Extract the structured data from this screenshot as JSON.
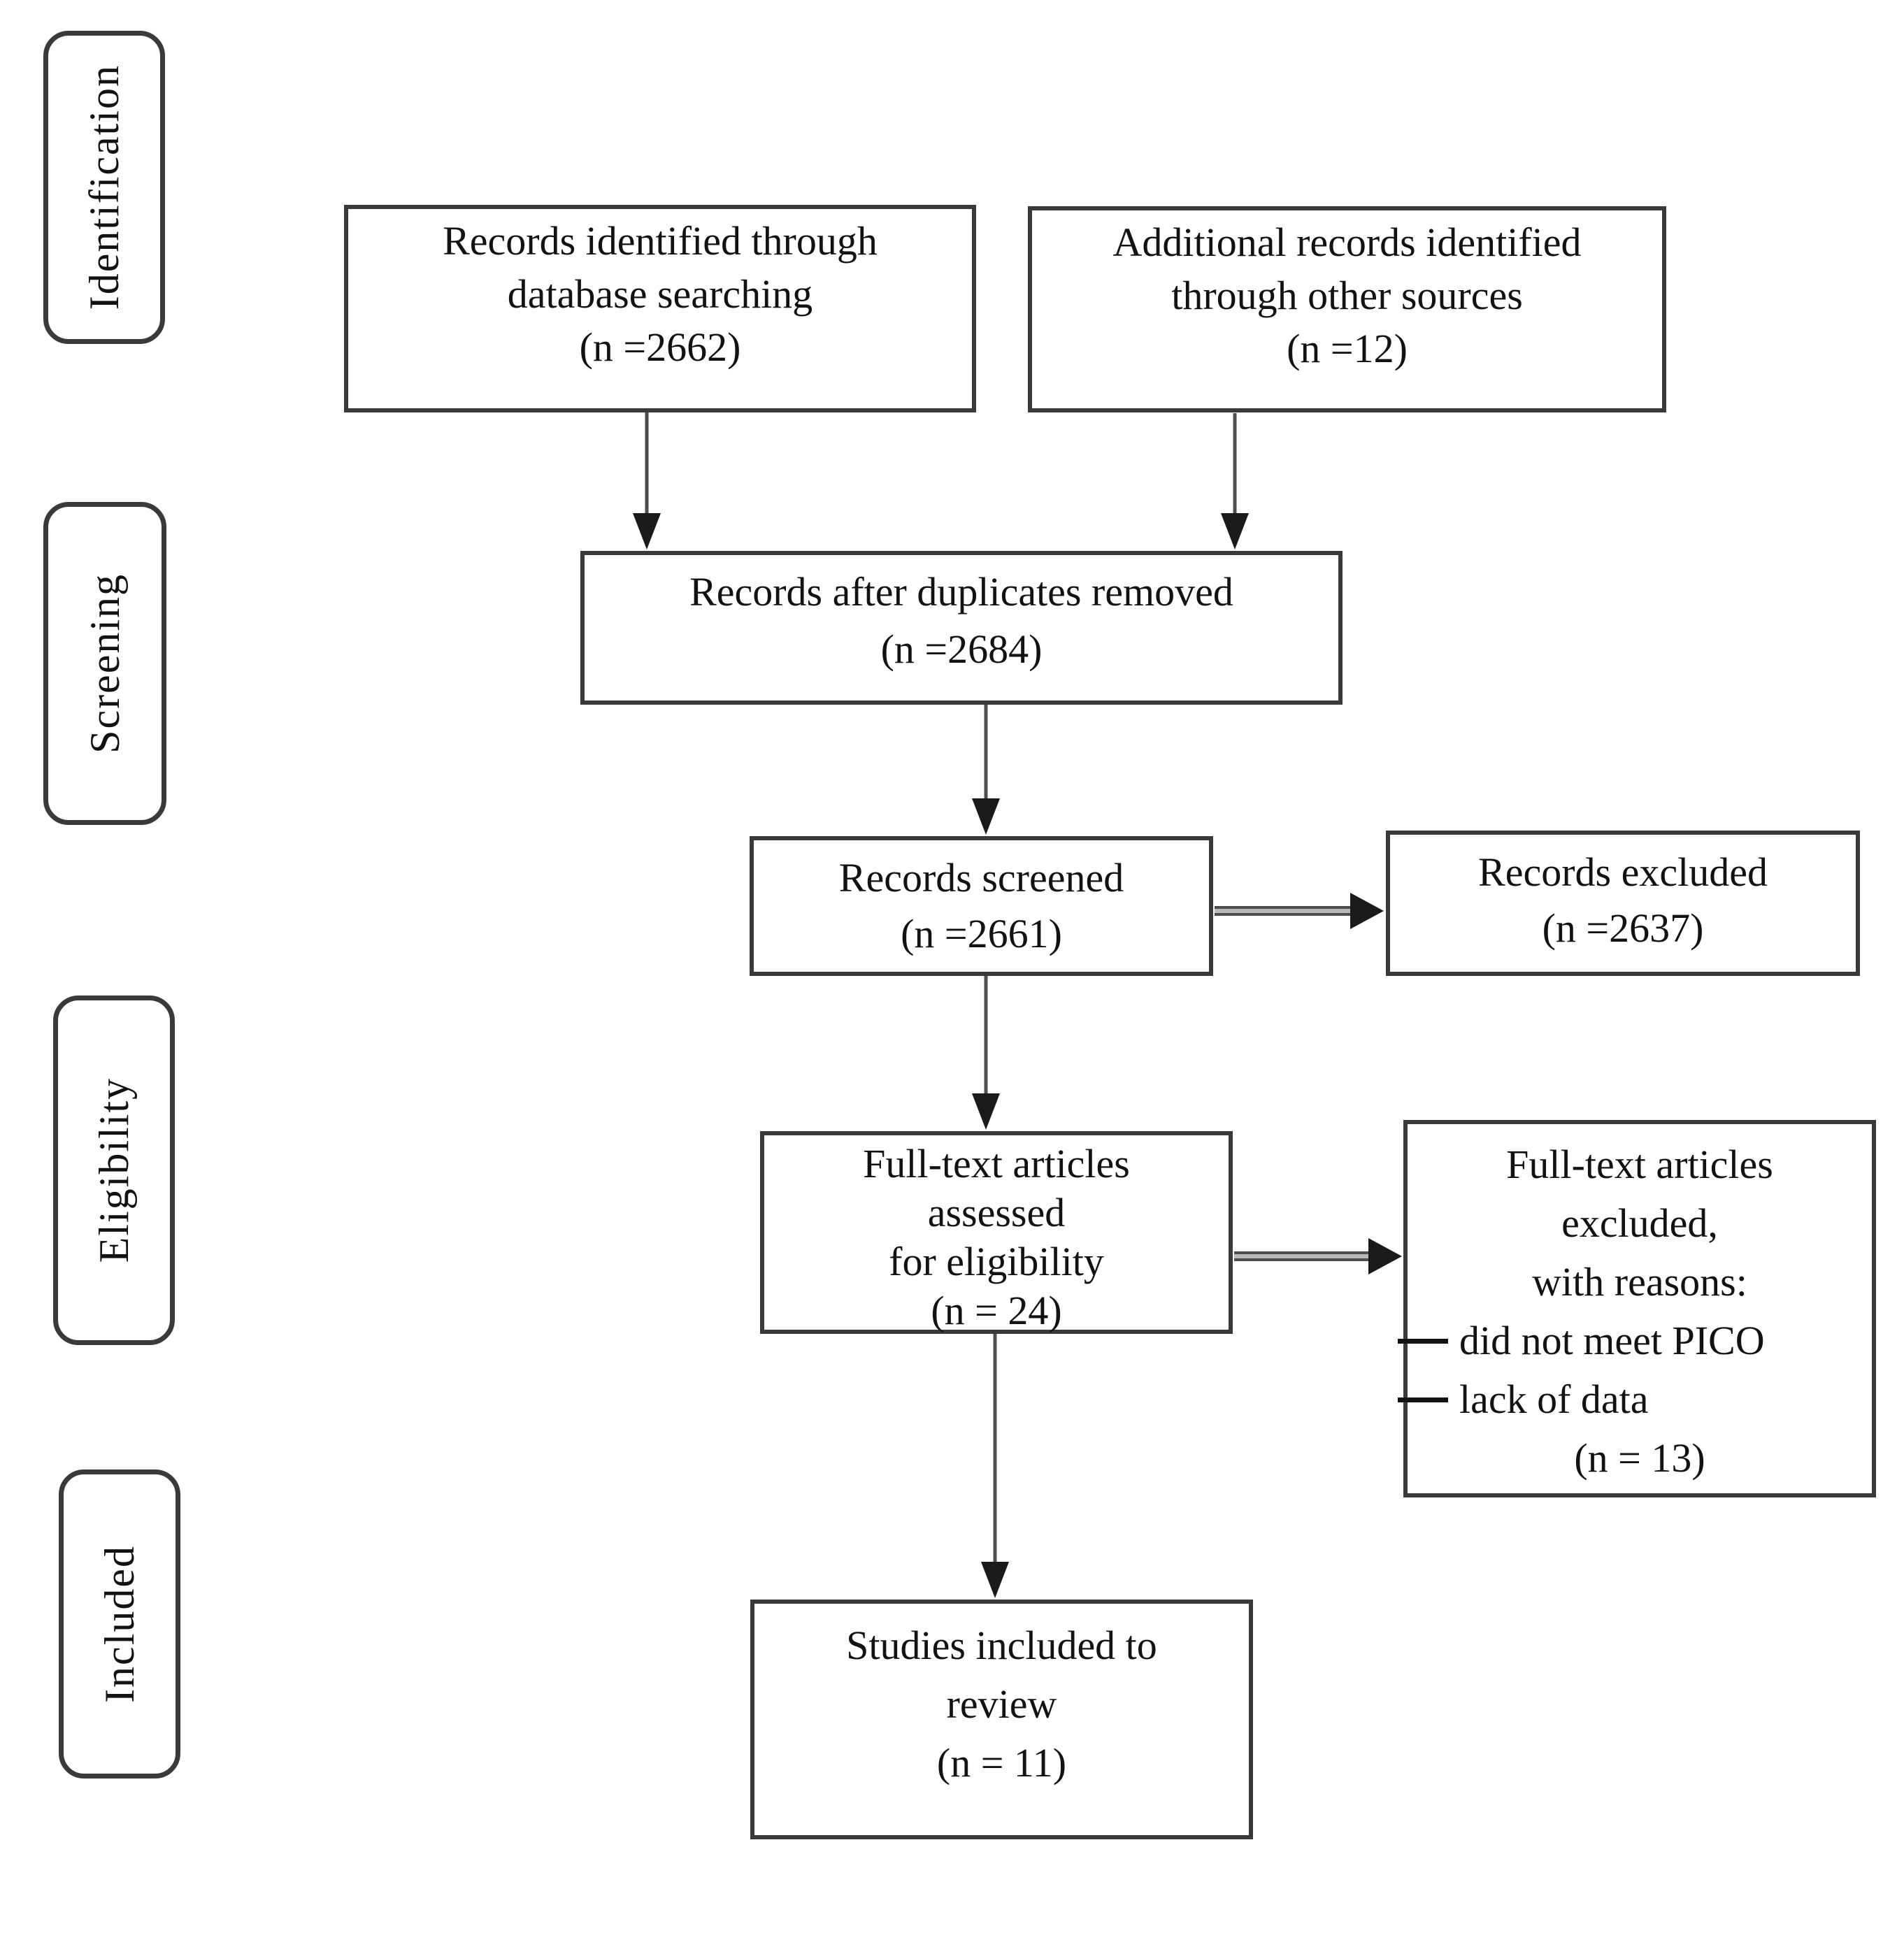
{
  "colors": {
    "background": "#ffffff",
    "border": "#3a3a3a",
    "text": "#121212",
    "arrow_shaft": "#4d4d4d",
    "arrow_head": "#1a1a1a",
    "harrow_fill": "#b9b9b9"
  },
  "stages": [
    "Identification",
    "Screening",
    "Eligibility",
    "Included"
  ],
  "boxes": {
    "identified": {
      "lines": [
        "Records identified through",
        "database searching",
        "(n =2662)"
      ]
    },
    "additional": {
      "lines": [
        "Additional records identified",
        "through other sources",
        "(n =12)"
      ]
    },
    "duplicates": {
      "lines": [
        "Records after duplicates removed",
        "(n =2684)"
      ]
    },
    "screened": {
      "lines": [
        "Records screened",
        "(n =2661)"
      ]
    },
    "excluded": {
      "lines": [
        "Records excluded",
        "(n =2637)"
      ]
    },
    "fulltext": {
      "lines": [
        "Full-text articles",
        "assessed",
        "for eligibility",
        "(n = 24)"
      ]
    },
    "fulltext_excluded": {
      "header": [
        "Full-text articles",
        "excluded,",
        "with reasons:"
      ],
      "reasons": [
        "did not meet PICO",
        "lack of data"
      ],
      "count": "(n = 13)"
    },
    "included": {
      "lines": [
        "Studies included to",
        "review",
        "(n = 11)"
      ]
    }
  }
}
